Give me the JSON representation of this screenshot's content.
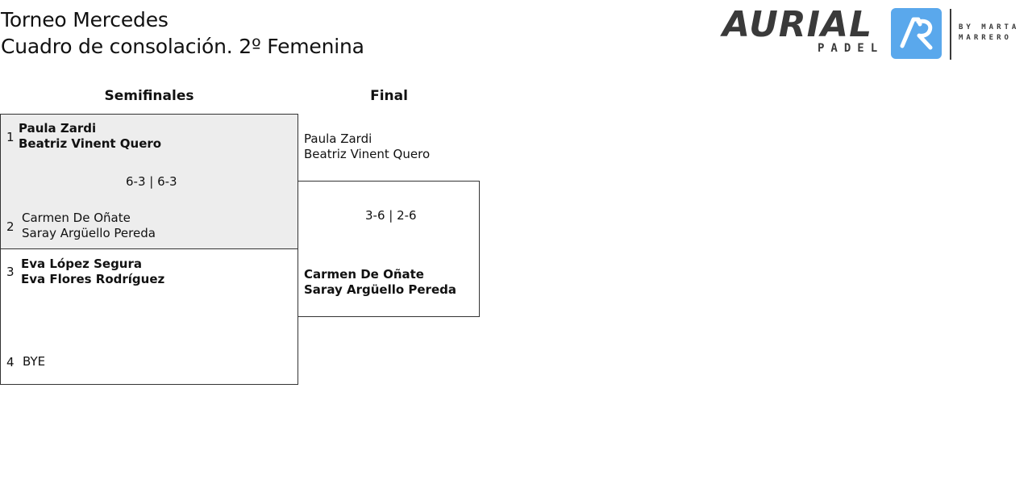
{
  "header": {
    "title_line1": "Torneo Mercedes",
    "title_line2": "Cuadro de consolación. 2º Femenina"
  },
  "logo": {
    "brand": "AURIAL",
    "sub": "PADEL",
    "by_line1": "BY MARTA",
    "by_line2": "MARRERO",
    "brand_color": "#3a3a3a",
    "accent_color": "#5aa8ec"
  },
  "rounds": {
    "semifinal_label": "Semifinales",
    "final_label": "Final"
  },
  "semifinals": [
    {
      "score": "6-3 | 6-3",
      "top": {
        "seed": "1",
        "player1": "Paula Zardi",
        "player2": "Beatriz Vinent Quero",
        "winner": true
      },
      "bottom": {
        "seed": "2",
        "player1": "Carmen De Oñate",
        "player2": "Saray Argüello Pereda",
        "winner": false
      }
    },
    {
      "score": "",
      "top": {
        "seed": "3",
        "player1": "Eva López Segura",
        "player2": "Eva Flores Rodríguez",
        "winner": true
      },
      "bottom": {
        "seed": "4",
        "player1": "BYE",
        "player2": "",
        "winner": false
      }
    }
  ],
  "final": {
    "score": "3-6 | 2-6",
    "top": {
      "player1": "Paula Zardi",
      "player2": "Beatriz Vinent Quero",
      "winner": false
    },
    "bottom": {
      "player1": "Carmen De Oñate",
      "player2": "Saray Argüello Pereda",
      "winner": true
    }
  }
}
